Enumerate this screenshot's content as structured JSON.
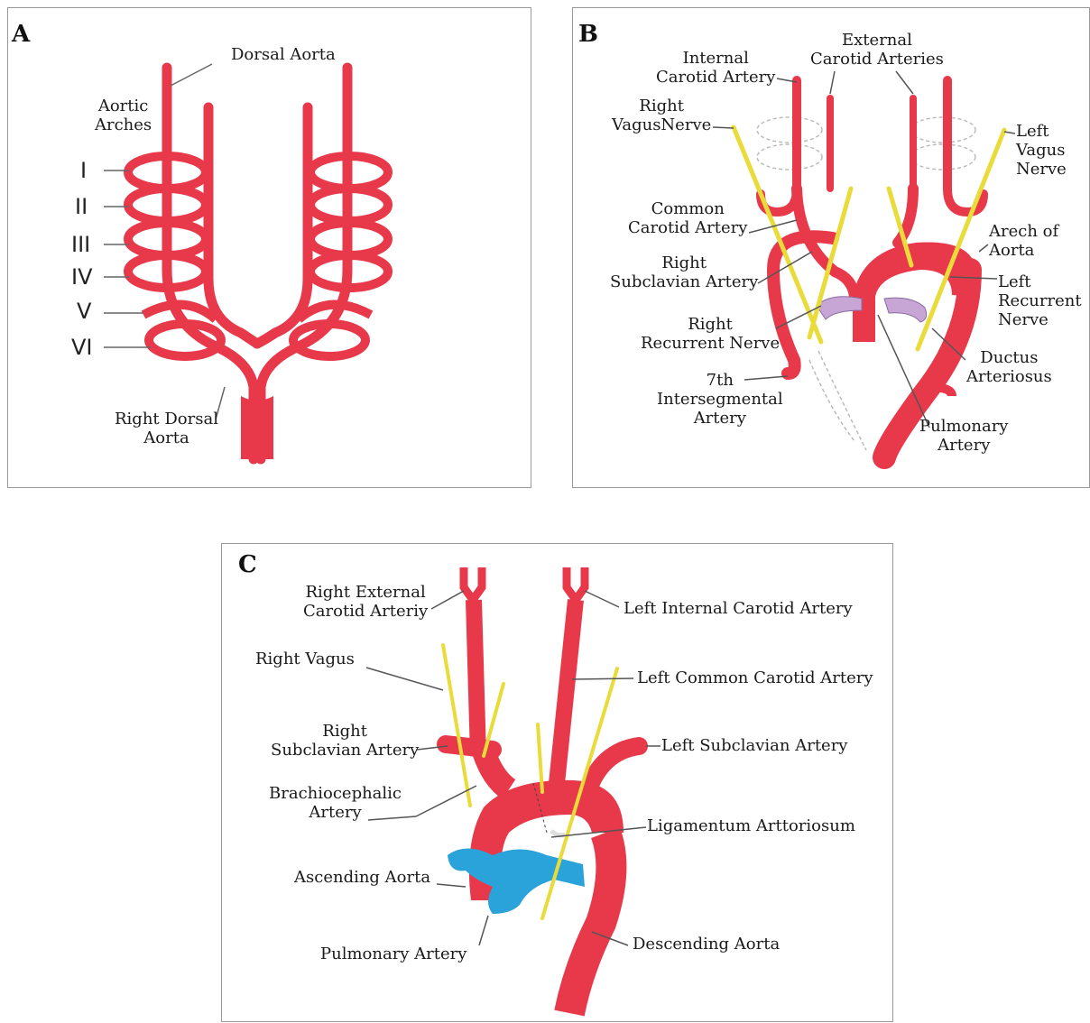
{
  "colors": {
    "artery": "#e8394b",
    "nerve": "#e9dc3a",
    "pulmonary_b": "#c7a6d6",
    "pulmonary_c": "#2aa2da",
    "leader": "#555555"
  },
  "panel_a": {
    "letter": "A",
    "labels": {
      "dorsal_aorta": "Dorsal Aorta",
      "aortic_arches": "Aortic\nArches",
      "right_dorsal_aorta": "Right Dorsal\nAorta"
    },
    "arches": [
      "I",
      "II",
      "III",
      "IV",
      "V",
      "VI"
    ]
  },
  "panel_b": {
    "letter": "B",
    "labels": {
      "internal_carotid": "Internal\nCarotid Artery",
      "external_carotid": "External\nCarotid Arteries",
      "right_vagus": "Right\nVagusNerve",
      "left_vagus": "Left\nVagus\nNerve",
      "common_carotid": "Common\nCarotid Artery",
      "arch_of_aorta": "Arech of\nAorta",
      "right_subclavian": "Right\nSubclavian Artery",
      "left_recurrent": "Left\nRecurrent\nNerve",
      "right_recurrent": "Right\nRecurrent Nerve",
      "ductus": "Ductus\nArteriosus",
      "seventh_intersegmental": "7th\nIntersegmental\nArtery",
      "pulmonary": "Pulmonary\nArtery"
    }
  },
  "panel_c": {
    "letter": "C",
    "labels": {
      "right_external_carotid": "Right External\nCarotid Arteriy",
      "left_internal_carotid": "Left Internal Carotid Artery",
      "right_vagus": "Right Vagus",
      "left_common_carotid": "Left Common Carotid Artery",
      "right_subclavian": "Right\nSubclavian Artery",
      "left_subclavian": "Left Subclavian Artery",
      "brachiocephalic": "Brachiocephalic\nArtery",
      "ligamentum": "Ligamentum Arttoriosum",
      "ascending_aorta": "Ascending Aorta",
      "pulmonary": "Pulmonary Artery",
      "descending_aorta": "Descending Aorta"
    }
  }
}
